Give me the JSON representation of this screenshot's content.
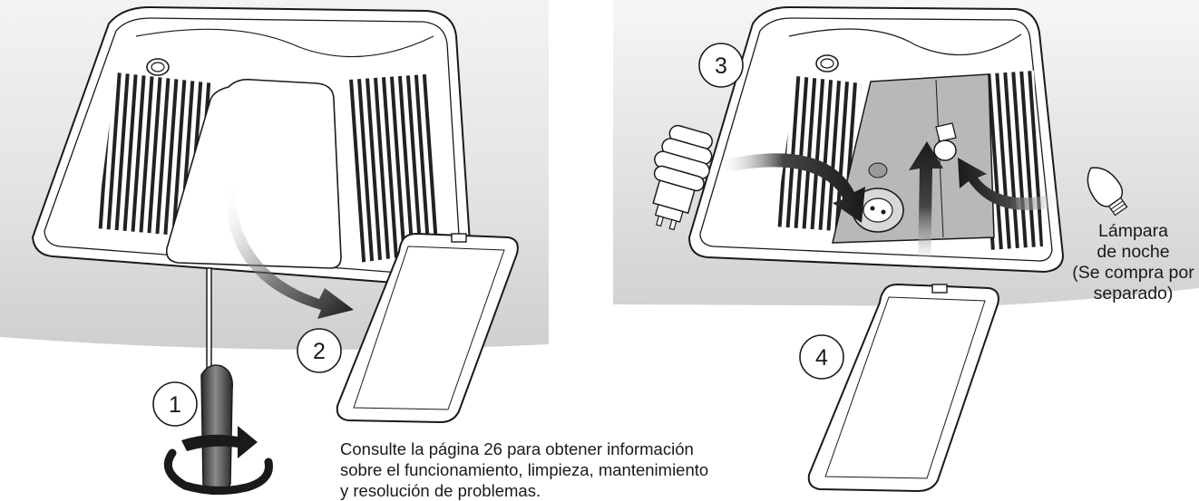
{
  "steps": {
    "one": "1",
    "two": "2",
    "three": "3",
    "four": "4"
  },
  "night_light_label": {
    "line1": "Lámpara",
    "line2": "de noche",
    "line3": "(Se compra por",
    "line4": "separado)"
  },
  "note": {
    "line1": "Consulte la página 26 para obtener información",
    "line2": "sobre el funcionamiento, limpieza, mantenimiento",
    "line3": "y resolución de problemas."
  },
  "colors": {
    "ink": "#1a1a1a",
    "ceiling_shade": "#d6d6d6",
    "shadow_panel": "#b8b8b8",
    "arrow_dark": "#1a1a1a"
  },
  "icons": [
    "screwdriver-icon",
    "rotate-arrow-icon",
    "cfl-bulb-icon",
    "night-light-bulb-icon",
    "lens-cover-icon",
    "fan-grille-icon",
    "socket-icon"
  ]
}
